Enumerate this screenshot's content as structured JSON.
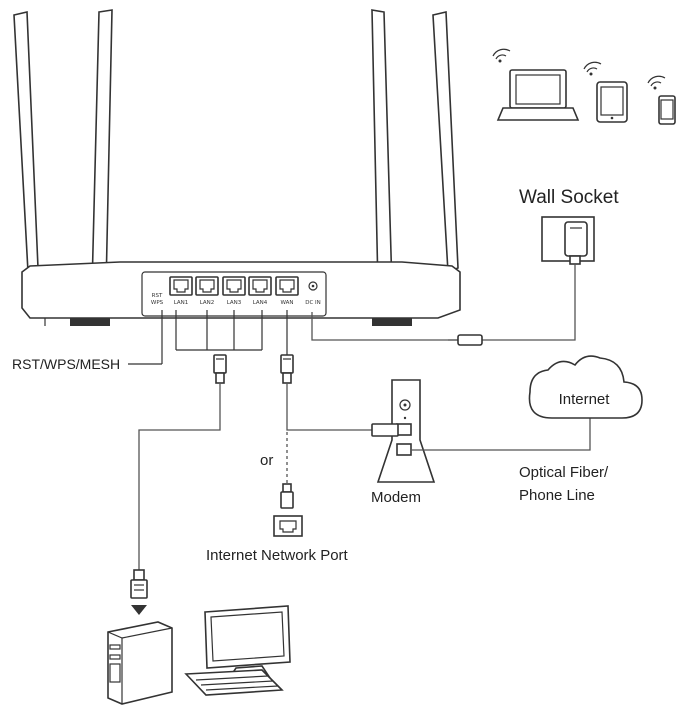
{
  "router": {
    "ports": [
      "LAN1",
      "LAN2",
      "LAN3",
      "LAN4",
      "WAN"
    ],
    "button_label_top": "RST",
    "button_label_bottom": "WPS",
    "power_label": "DC IN"
  },
  "labels": {
    "reset_button": "RST/WPS/MESH",
    "wall_socket": "Wall Socket",
    "internet": "Internet",
    "modem": "Modem",
    "optical_line_1": "Optical Fiber/",
    "optical_line_2": "Phone Line",
    "or": "or",
    "network_port": "Internet Network Port"
  },
  "devices": [
    "laptop-icon",
    "tablet-icon",
    "phone-icon",
    "desktop-computer-icon",
    "monitor-icon",
    "keyboard-icon"
  ]
}
